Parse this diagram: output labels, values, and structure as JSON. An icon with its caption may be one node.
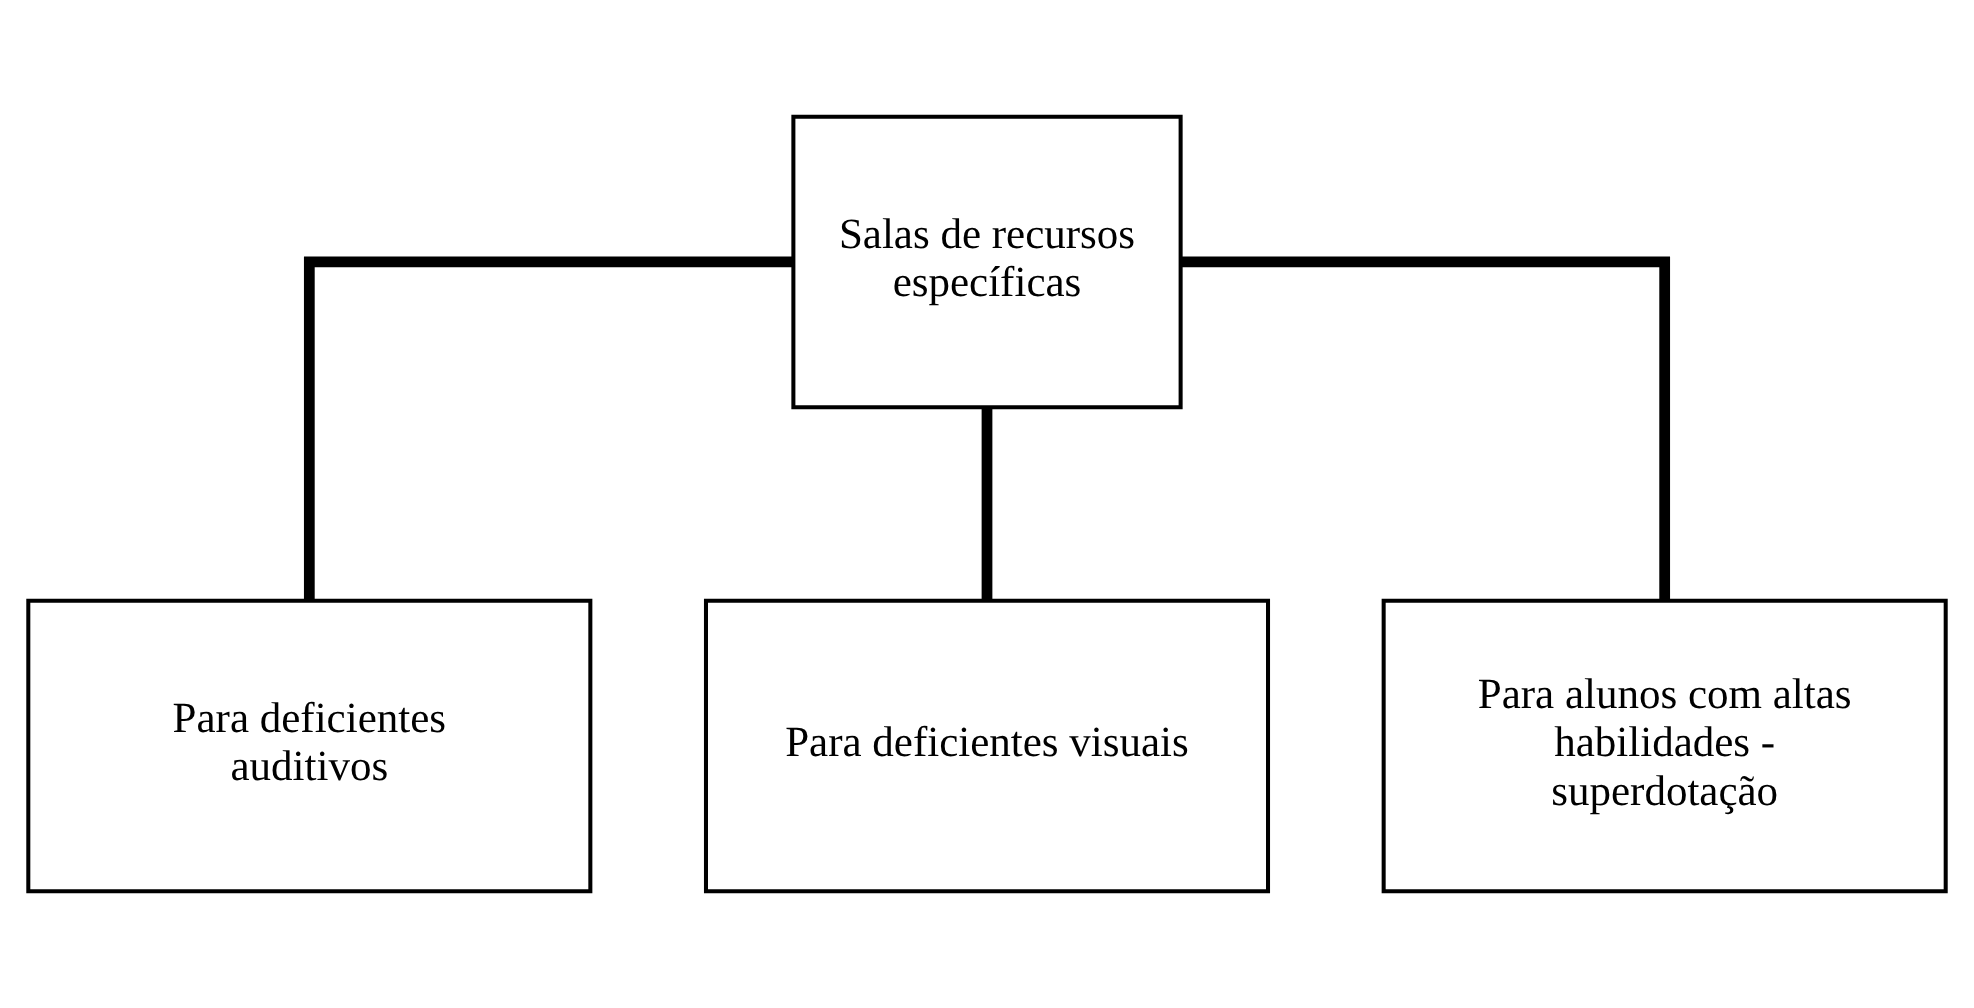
{
  "diagram": {
    "nodes": [
      {
        "text": [
          "Salas de recursos específicas"
        ]
      },
      {
        "text": [
          "Para deficientes auditivos"
        ]
      },
      {
        "text": [
          "Para deficientes visuais"
        ]
      },
      {
        "text": [
          "Para alunos com altas habilidades - superdotação"
        ]
      }
    ],
    "edges": [
      {
        "from": 0,
        "to": 1,
        "arrow": "none"
      },
      {
        "from": 0,
        "to": 2,
        "arrow": "none"
      },
      {
        "from": 0,
        "to": 3,
        "arrow": "none"
      }
    ]
  }
}
